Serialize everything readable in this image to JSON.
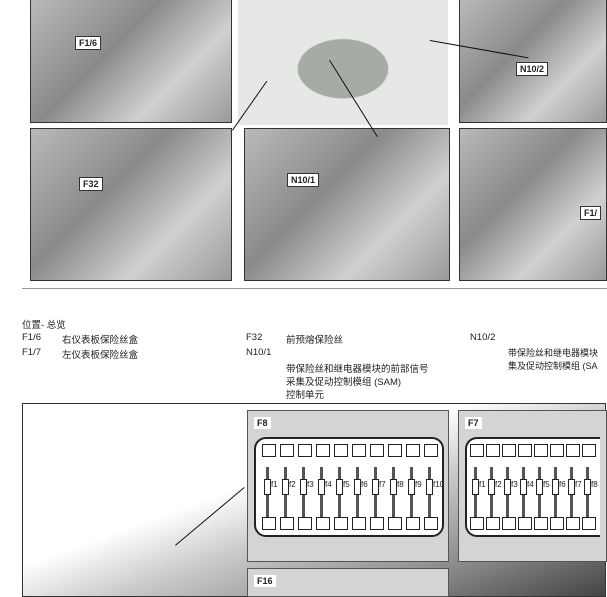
{
  "photos": {
    "top_left_label": "F1/6",
    "top_right_label": "N10/2",
    "mid_left_label": "F32",
    "mid_center_label": "N10/1",
    "mid_right_label": "F1/"
  },
  "legend": {
    "title": "位置- 总览",
    "items": [
      {
        "code": "F1/6",
        "text": "右仪表板保险丝盒"
      },
      {
        "code": "F1/7",
        "text": "左仪表板保险丝盒"
      },
      {
        "code": "F32",
        "text": "前预熔保险丝"
      },
      {
        "code": "N10/1",
        "text": "带保险丝和继电器模块的前部信号",
        "text2": "采集及促动控制模组 (SAM)",
        "text3": "控制单元"
      },
      {
        "code": "N10/2",
        "text": "带保险丝和继电器模块",
        "text2": "集及促动控制模组 (SA"
      }
    ]
  },
  "diagrams": {
    "f8": {
      "name": "F8",
      "fuses": [
        "f1",
        "f2",
        "f3",
        "f4",
        "f5",
        "f6",
        "f7",
        "f8",
        "f9",
        "f10"
      ]
    },
    "f7": {
      "name": "F7",
      "fuses": [
        "f1",
        "f2",
        "f3",
        "f4",
        "f5",
        "f6",
        "f7",
        "f8"
      ]
    },
    "f16": {
      "name": "F16"
    }
  }
}
